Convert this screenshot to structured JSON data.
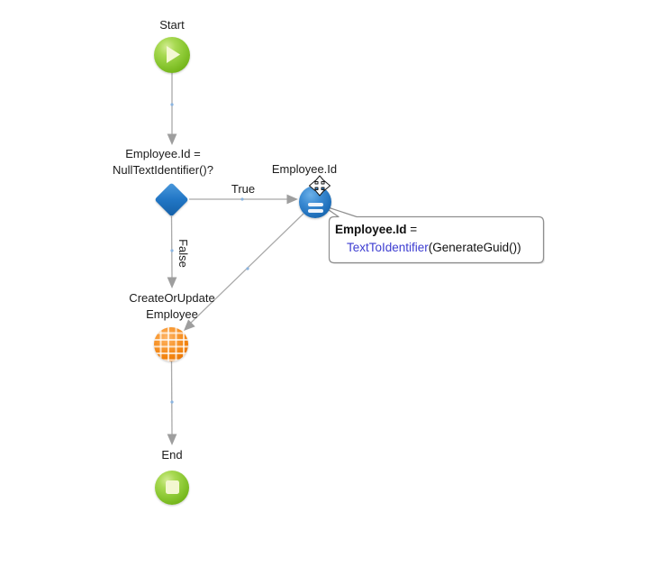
{
  "diagram": {
    "type": "microflow-flowchart",
    "background": "#ffffff"
  },
  "nodes": {
    "start": {
      "label": "Start"
    },
    "decision": {
      "label_line1": "Employee.Id =",
      "label_line2": "NullTextIdentifier()?"
    },
    "change": {
      "label": "Employee.Id"
    },
    "create_or_update": {
      "label_line1": "CreateOrUpdate",
      "label_line2": "Employee"
    },
    "end": {
      "label": "End"
    }
  },
  "edges": {
    "true_label": "True",
    "false_label": "False"
  },
  "tooltip": {
    "name_bold": "Employee.Id",
    "equals": " =",
    "function_name": "TextToIdentifier",
    "arguments": "(GenerateGuid())"
  },
  "icons": {
    "start": "play-icon",
    "end": "stop-square-icon",
    "change": "equals-icon",
    "create_or_update": "grid-globe-icon",
    "overlay": "move-cursor-icon"
  },
  "colors": {
    "event_green": "#88c630",
    "node_blue": "#2277c6",
    "activity_orange": "#f2830f",
    "connector_gray": "#a9a9a9",
    "arrowhead_gray": "#9e9e9e",
    "midpoint_dot_blue": "#8ab4e0",
    "tooltip_border": "#8f8f8f",
    "function_blue": "#3d3dd1",
    "label_text": "#1b1b1b"
  }
}
